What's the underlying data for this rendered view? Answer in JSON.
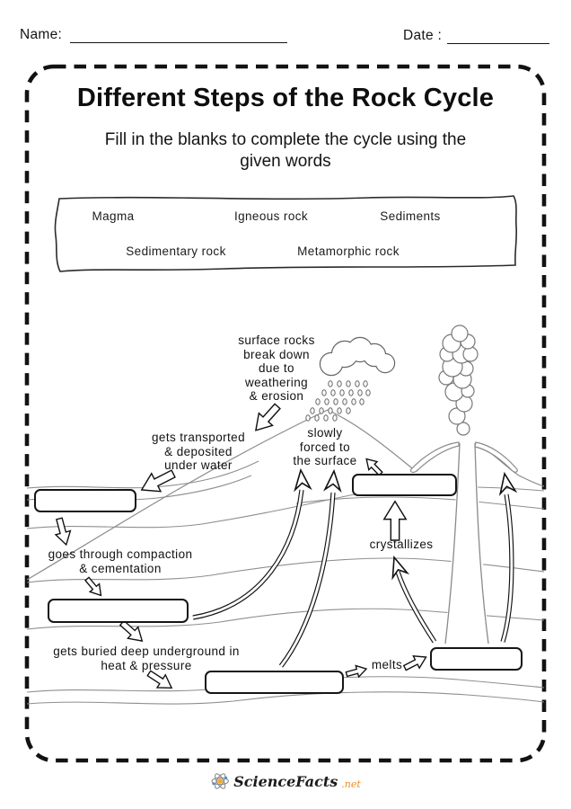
{
  "header": {
    "name_label": "Name:",
    "date_label": "Date :",
    "name_value": "",
    "date_value": ""
  },
  "worksheet": {
    "title": "Different Steps of the Rock Cycle",
    "instructions": "Fill in the blanks to complete the cycle using the\ngiven words"
  },
  "word_bank": {
    "words": [
      "Magma",
      "Igneous rock",
      "Sediments",
      "Sedimentary rock",
      "Metamorphic rock"
    ]
  },
  "diagram": {
    "labels": {
      "weathering": "surface rocks\nbreak down\ndue to\nweathering\n& erosion",
      "transported": "gets transported\n& deposited\nunder water",
      "slowly_forced": "slowly\nforced to\nthe surface",
      "compaction": "goes through compaction\n& cementation",
      "buried": "gets buried deep underground in\nheat & pressure",
      "crystallizes": "crystallizes",
      "melts": "melts"
    },
    "blanks": [
      {
        "id": "blank-1",
        "value": ""
      },
      {
        "id": "blank-2",
        "value": ""
      },
      {
        "id": "blank-3",
        "value": ""
      },
      {
        "id": "blank-4",
        "value": ""
      },
      {
        "id": "blank-5",
        "value": ""
      }
    ],
    "icons": [
      "rain-cloud-icon",
      "raindrops-icon",
      "mountain-icon",
      "volcano-icon",
      "smoke-plume-icon",
      "arrow-icons"
    ]
  },
  "footer": {
    "brand": "ScienceFacts",
    "tld": ".net",
    "logo_icon": "atom-icon",
    "colors": {
      "brand": "#1a1a1a",
      "accent": "#ef8d1f",
      "nucleus": "#f5a623",
      "electron": "#4a90d9"
    }
  }
}
